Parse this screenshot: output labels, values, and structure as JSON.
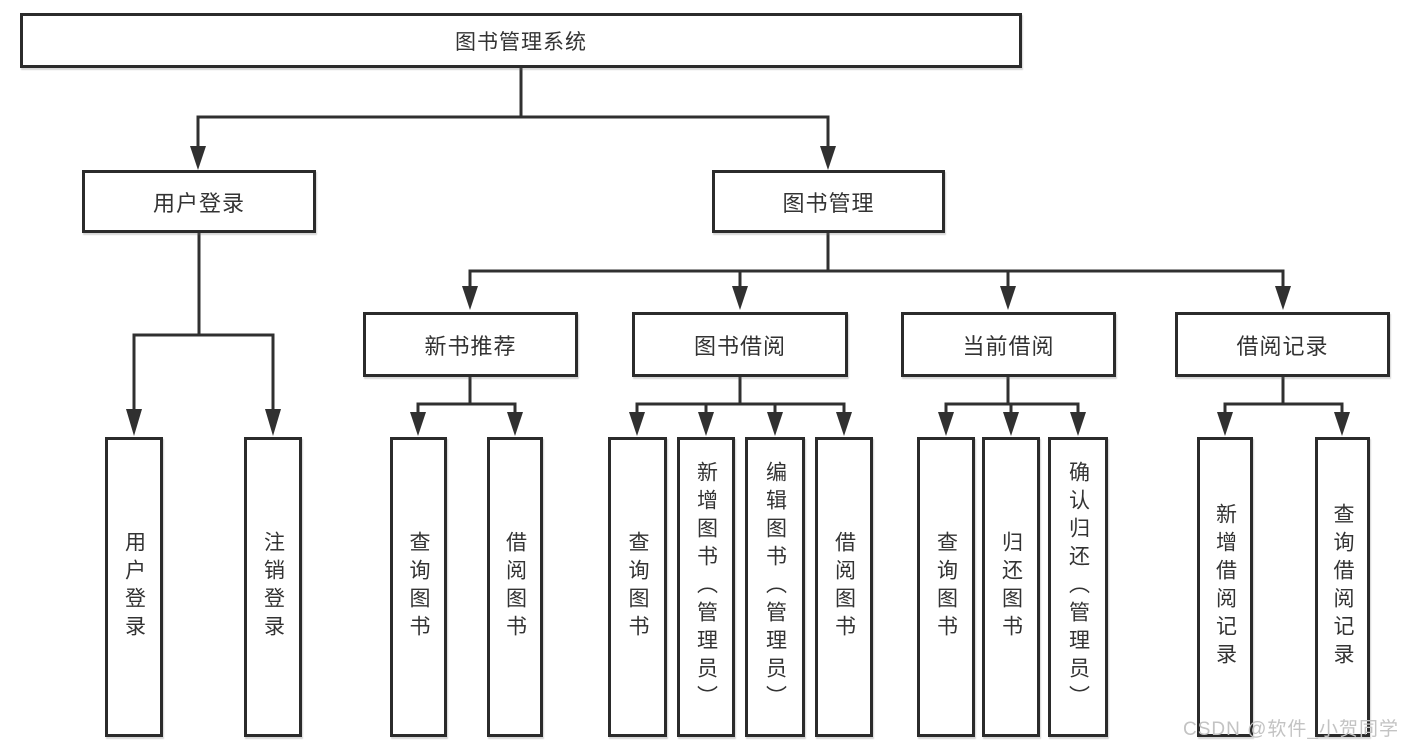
{
  "diagram_type": "hierarchy-tree",
  "tree": {
    "label": "图书管理系统",
    "children": [
      {
        "label": "用户登录",
        "children": [
          {
            "label": "用户登录"
          },
          {
            "label": "注销登录"
          }
        ]
      },
      {
        "label": "图书管理",
        "children": [
          {
            "label": "新书推荐",
            "children": [
              {
                "label": "查询图书"
              },
              {
                "label": "借阅图书"
              }
            ]
          },
          {
            "label": "图书借阅",
            "children": [
              {
                "label": "查询图书"
              },
              {
                "label": "新增图书（管理员）"
              },
              {
                "label": "编辑图书（管理员）"
              },
              {
                "label": "借阅图书"
              }
            ]
          },
          {
            "label": "当前借阅",
            "children": [
              {
                "label": "查询图书"
              },
              {
                "label": "归还图书"
              },
              {
                "label": "确认归还（管理员）"
              }
            ]
          },
          {
            "label": "借阅记录",
            "children": [
              {
                "label": "新增借阅记录"
              },
              {
                "label": "查询借阅记录"
              }
            ]
          }
        ]
      }
    ]
  },
  "watermark": {
    "text": "CSDN @软件_小贺同学"
  },
  "colors": {
    "line": "#303030",
    "box_border": "#2b2b2b",
    "box_fill": "#ffffff",
    "text": "#333333",
    "watermark": "#c3c3c3",
    "background": "#ffffff"
  }
}
